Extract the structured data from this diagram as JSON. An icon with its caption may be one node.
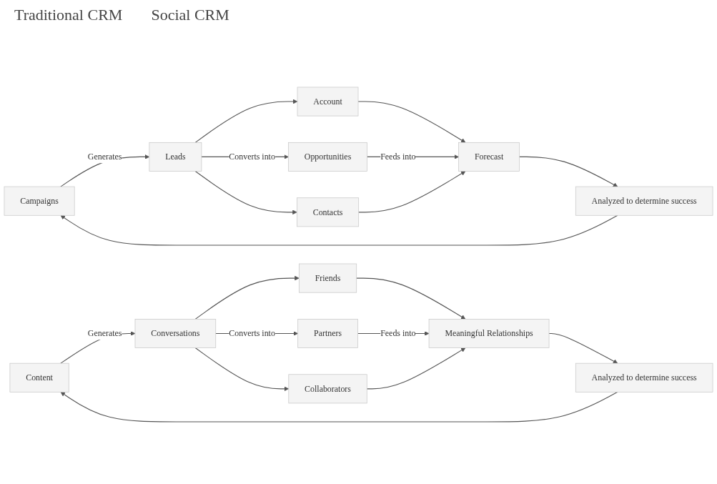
{
  "diagram": {
    "nodes": [
      {
        "text": [
          "Campaigns"
        ]
      },
      {
        "text": [
          "Leads"
        ]
      },
      {
        "text": [
          "Account"
        ]
      },
      {
        "text": [
          "Opportunities"
        ]
      },
      {
        "text": [
          "Contacts"
        ]
      },
      {
        "text": [
          "Forecast"
        ]
      },
      {
        "text": [
          "Analyzed to determine success"
        ]
      },
      {
        "text": [
          "Content"
        ]
      },
      {
        "text": [
          "Conversations"
        ]
      },
      {
        "text": [
          "Friends"
        ]
      },
      {
        "text": [
          "Partners"
        ]
      },
      {
        "text": [
          "Collaborators"
        ]
      },
      {
        "text": [
          "Meaningful Relationships"
        ]
      },
      {
        "text": [
          "Analyzed to determine success"
        ]
      }
    ],
    "edges": [
      {
        "from": 0,
        "to": 1,
        "label": "Generates",
        "arrow": "to"
      },
      {
        "from": 1,
        "to": 2,
        "arrow": "to"
      },
      {
        "from": 1,
        "to": 3,
        "label": "Converts into",
        "arrow": "to"
      },
      {
        "from": 1,
        "to": 4,
        "arrow": "to"
      },
      {
        "from": 2,
        "to": 5,
        "arrow": "to"
      },
      {
        "from": 3,
        "to": 5,
        "label": "Feeds into",
        "arrow": "to"
      },
      {
        "from": 4,
        "to": 5,
        "arrow": "to"
      },
      {
        "from": 5,
        "to": 6,
        "arrow": "to"
      },
      {
        "from": 6,
        "to": 0,
        "arrow": "to"
      },
      {
        "from": 7,
        "to": 8,
        "label": "Generates",
        "arrow": "to"
      },
      {
        "from": 8,
        "to": 9,
        "arrow": "to"
      },
      {
        "from": 8,
        "to": 10,
        "label": "Converts into",
        "arrow": "to"
      },
      {
        "from": 8,
        "to": 11,
        "arrow": "to"
      },
      {
        "from": 9,
        "to": 12,
        "arrow": "to"
      },
      {
        "from": 10,
        "to": 12,
        "label": "Feeds into",
        "arrow": "to"
      },
      {
        "from": 11,
        "to": 12,
        "arrow": "to"
      },
      {
        "from": 12,
        "to": 13,
        "arrow": "to"
      },
      {
        "from": 13,
        "to": 7,
        "arrow": "to"
      }
    ],
    "labels": [
      "Traditional CRM",
      "Social CRM"
    ]
  }
}
